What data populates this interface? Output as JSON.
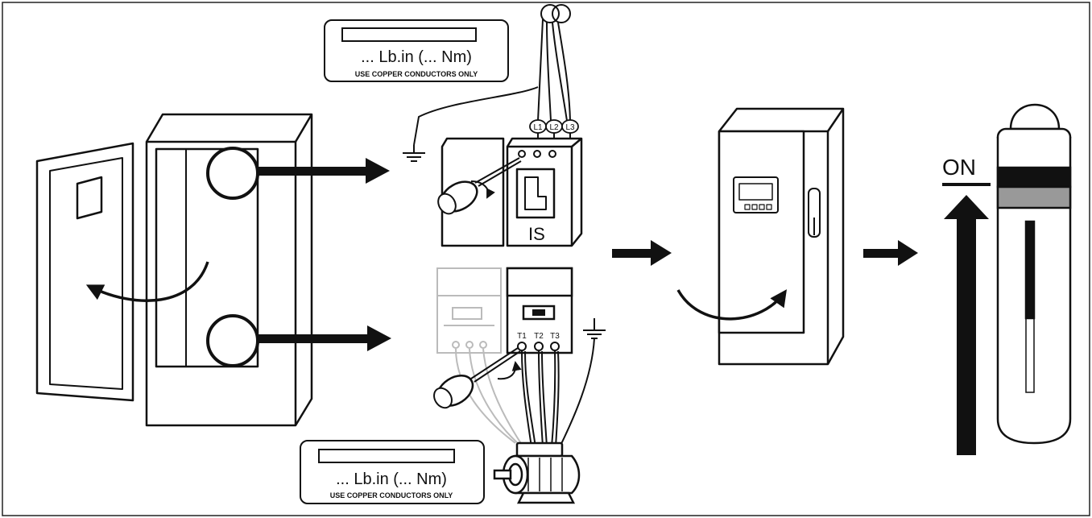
{
  "labels": {
    "torque_top": "... Lb.in (... Nm)",
    "copper_top": "USE COPPER CONDUCTORS ONLY",
    "torque_bottom": "... Lb.in (... Nm)",
    "copper_bottom": "USE COPPER CONDUCTORS ONLY",
    "l1": "L1",
    "l2": "L2",
    "l3": "L3",
    "is": "IS",
    "t1": "T1",
    "t2": "T2",
    "t3": "T3",
    "on": "ON"
  }
}
